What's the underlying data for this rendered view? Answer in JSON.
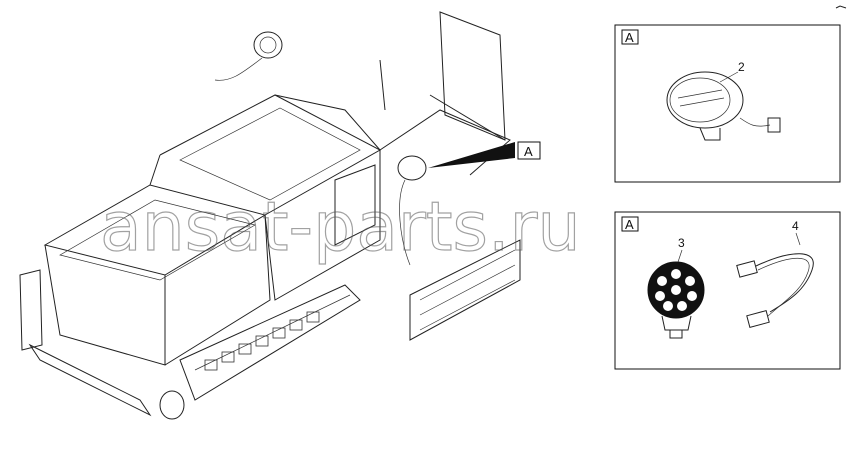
{
  "main_callout": "A",
  "detail_top": {
    "label": "A",
    "callout": "2"
  },
  "detail_bottom": {
    "label": "A",
    "callout_lamp": "3",
    "callout_cable": "4"
  },
  "watermark": "ansat-parts.ru"
}
